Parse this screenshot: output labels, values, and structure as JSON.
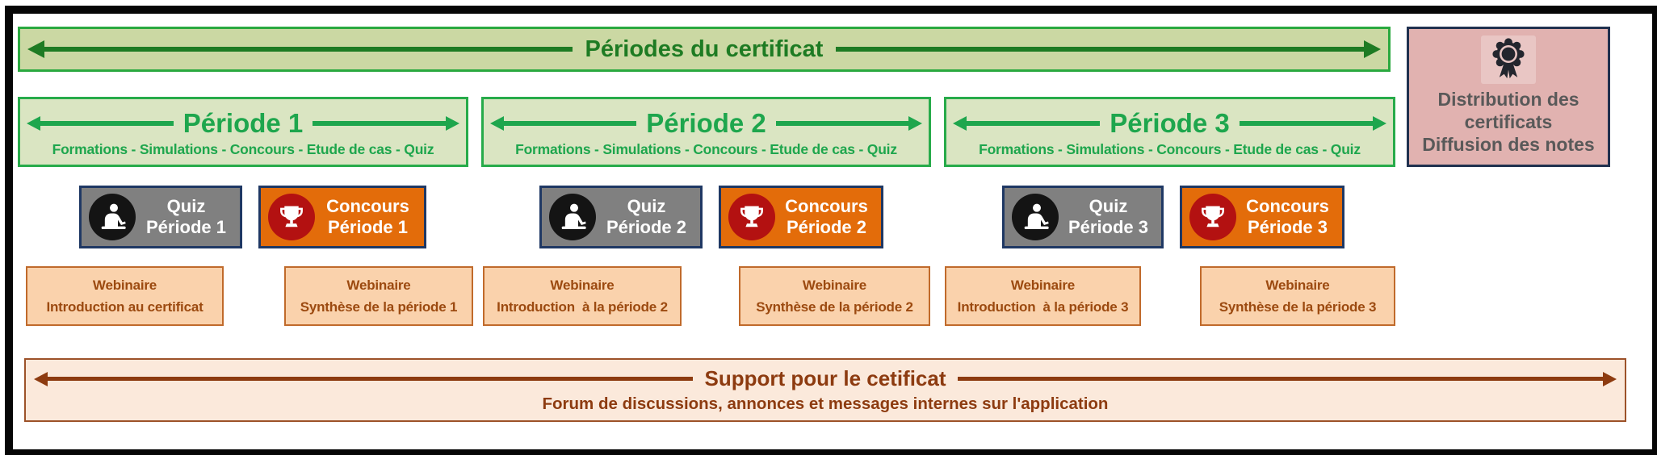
{
  "colors": {
    "frame_black": "#060606",
    "banner_fill": "#cbd8a3",
    "banner_border": "#2aa93f",
    "green_dark": "#1e7b23",
    "period_fill": "#dae5c2",
    "green_bright": "#1ea64d",
    "quiz_gray": "#808080",
    "navy_border": "#1f3864",
    "concours_orange": "#e36c0a",
    "badge_red": "#b31111",
    "badge_black": "#141414",
    "webinar_fill": "#fad2ac",
    "webinar_border": "#c06a2b",
    "webinar_text": "#9c4a10",
    "support_fill": "#fbe9db",
    "support_text": "#8d3b10",
    "final_fill": "#e1b2b0",
    "final_text": "#595959"
  },
  "top_banner": {
    "title": "Périodes du certificat"
  },
  "periods": [
    {
      "title": "Période 1",
      "subtitle": "Formations - Simulations - Concours - Etude de cas - Quiz"
    },
    {
      "title": "Période 2",
      "subtitle": "Formations - Simulations - Concours - Etude de cas - Quiz"
    },
    {
      "title": "Période 3",
      "subtitle": "Formations - Simulations - Concours - Etude de cas - Quiz"
    }
  ],
  "final_box": {
    "icon": "award-ribbon-icon",
    "lines": [
      "Distribution des",
      "certificats",
      "Diffusion des notes"
    ]
  },
  "activities": [
    {
      "kind": "quiz",
      "icon": "writer-icon",
      "line1": "Quiz",
      "line2": "Période 1"
    },
    {
      "kind": "concours",
      "icon": "trophy-icon",
      "line1": "Concours",
      "line2": "Période 1"
    },
    {
      "kind": "quiz",
      "icon": "writer-icon",
      "line1": "Quiz",
      "line2": "Période 2"
    },
    {
      "kind": "concours",
      "icon": "trophy-icon",
      "line1": "Concours",
      "line2": "Période 2"
    },
    {
      "kind": "quiz",
      "icon": "writer-icon",
      "line1": "Quiz",
      "line2": "Période 3"
    },
    {
      "kind": "concours",
      "icon": "trophy-icon",
      "line1": "Concours",
      "line2": "Période 3"
    }
  ],
  "webinars": [
    {
      "line1": "Webinaire",
      "line2": "Introduction au certificat"
    },
    {
      "line1": "Webinaire",
      "line2": "Synthèse de la période 1"
    },
    {
      "line1": "Webinaire",
      "line2": "Introduction  à la période 2"
    },
    {
      "line1": "Webinaire",
      "line2": "Synthèse de la période 2"
    },
    {
      "line1": "Webinaire",
      "line2": "Introduction  à la période 3"
    },
    {
      "line1": "Webinaire",
      "line2": "Synthèse de la période 3"
    }
  ],
  "support_banner": {
    "title": "Support pour le cetificat",
    "subtitle": "Forum de discussions, annonces et messages internes sur l'application"
  }
}
